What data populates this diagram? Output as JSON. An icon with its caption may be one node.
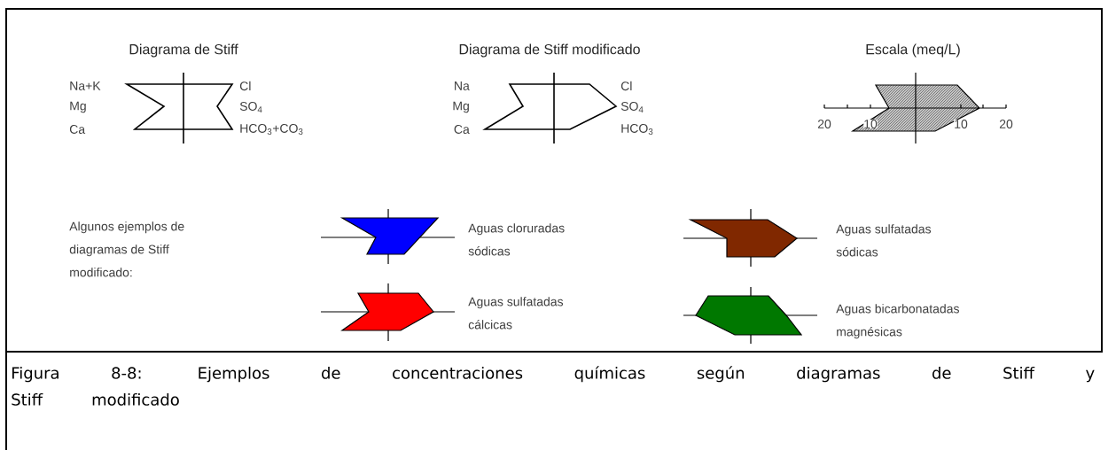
{
  "diagram": {
    "labels": [
      "Diagrama de Stiff",
      "Diagrama de Stiff modificado",
      "Escala (meq/L)",
      "Na+K",
      "Mg",
      "Ca",
      "Cl",
      "SO$_{4}$",
      "HCO$_{3}$+CO$_{3}$",
      "Na",
      "Mg",
      "Ca",
      "Cl",
      "SO$_{4}$",
      "HCO$_{3}$",
      "20",
      "10",
      "10",
      "20",
      "Algunos ejemplos de diagramas de Stiff modificado:",
      "Aguas cloruradas sódicas",
      "Aguas sulfatadas sódicas",
      "Aguas sulfatadas cálcicas",
      "Aguas bicarbonatadas magnésicas"
    ],
    "caption": "Figura 8-8: Ejemplos de concentraciones químicas según diagramas de Stiff y Stiff modificado"
  }
}
